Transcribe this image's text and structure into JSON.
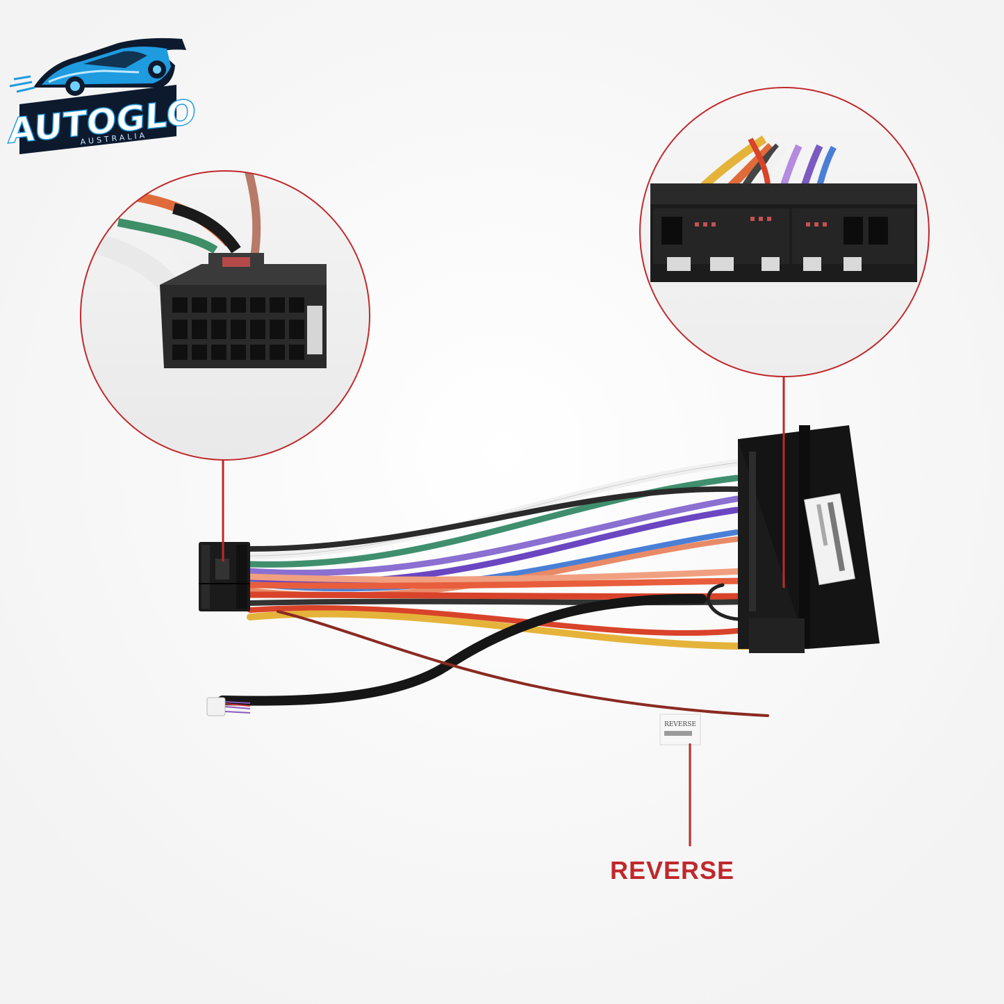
{
  "brand": {
    "logo_text": "AUTOGLO",
    "logo_subtext": "AUSTRALIA"
  },
  "callout": {
    "reverse_label": "REVERSE",
    "tag_text_line1": "REVERSE"
  },
  "colors": {
    "callout_red": "#c0282b",
    "logo_blue": "#1f9be0",
    "logo_dark": "#0d1a2e",
    "connector_black": "#1b1b1b"
  },
  "icons": {
    "logo": "car-logo-icon"
  }
}
